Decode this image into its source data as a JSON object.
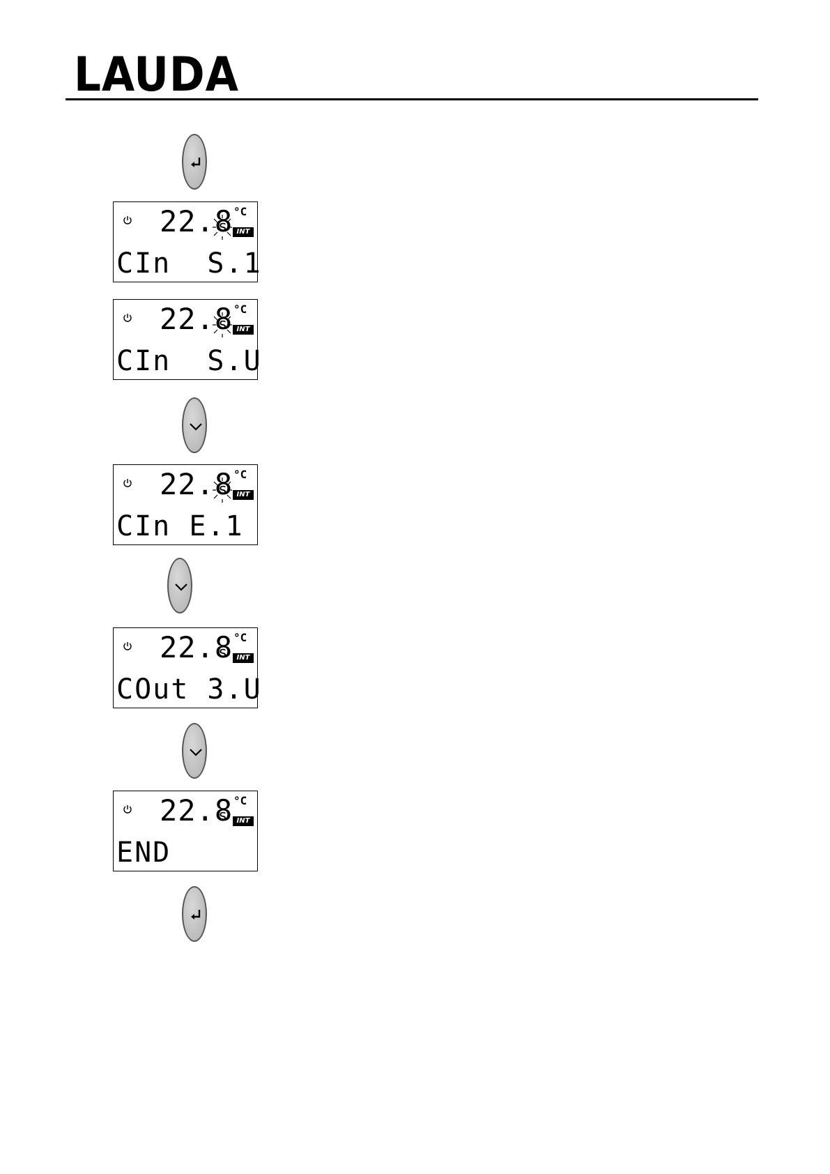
{
  "header": {
    "logo_text": "LAUDA"
  },
  "icons": {
    "enter": "enter-return-icon",
    "down": "chevron-down-icon",
    "power": "power-icon",
    "blink": "blink-rays-icon"
  },
  "colors": {
    "key_fill": "#c0c0c0",
    "key_border": "#555555",
    "lcd_text": "#000000"
  },
  "steps": [
    {
      "kind": "key",
      "key": "enter"
    },
    {
      "kind": "display",
      "temperature": "22.8",
      "status": "s",
      "unit": "°C",
      "badge": "INT",
      "line2": "CIn  S.1",
      "blinking": true
    },
    {
      "kind": "display",
      "temperature": "22.8",
      "status": "s",
      "unit": "°C",
      "badge": "INT",
      "line2": "CIn  S.U",
      "blinking": true
    },
    {
      "kind": "key",
      "key": "down"
    },
    {
      "kind": "display",
      "temperature": "22.8",
      "status": "s",
      "unit": "°C",
      "badge": "INT",
      "line2": "CIn E.1",
      "blinking": true
    },
    {
      "kind": "key",
      "key": "down"
    },
    {
      "kind": "display",
      "temperature": "22.8",
      "status": "s",
      "unit": "°C",
      "badge": "INT",
      "line2": "COut 3.U",
      "blinking": false
    },
    {
      "kind": "key",
      "key": "down"
    },
    {
      "kind": "display",
      "temperature": "22.8",
      "status": "s",
      "unit": "°C",
      "badge": "INT",
      "line2": "END",
      "blinking": false
    },
    {
      "kind": "key",
      "key": "enter"
    }
  ]
}
